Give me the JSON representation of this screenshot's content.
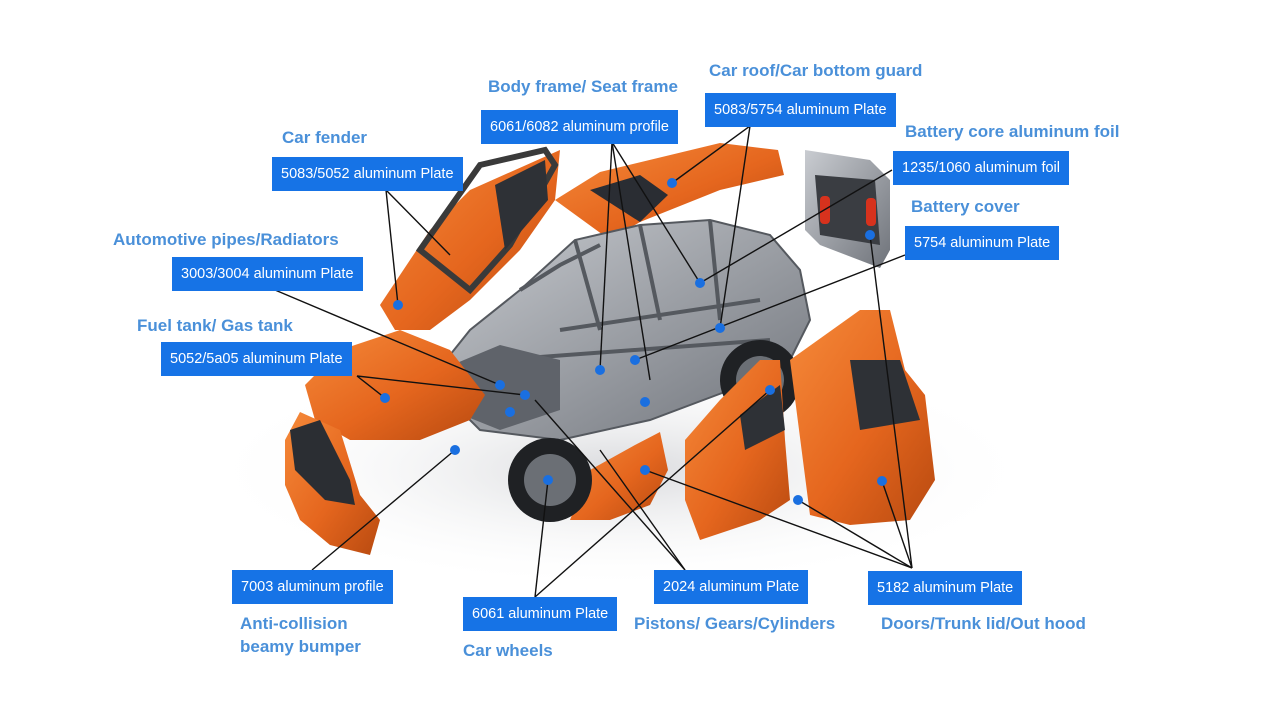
{
  "labels": {
    "body_frame": {
      "title": "Body frame/ Seat frame",
      "material": "6061/6082 aluminum profile"
    },
    "roof": {
      "title": "Car roof/Car bottom guard",
      "material": "5083/5754 aluminum Plate"
    },
    "battery_foil": {
      "title": "Battery core aluminum foil",
      "material": "1235/1060 aluminum foil"
    },
    "battery_cover": {
      "title": "Battery cover",
      "material": "5754 aluminum Plate"
    },
    "fender": {
      "title": "Car fender",
      "material": "5083/5052 aluminum Plate"
    },
    "pipes": {
      "title": "Automotive pipes/Radiators",
      "material": "3003/3004 aluminum Plate"
    },
    "fuel_tank": {
      "title": "Fuel tank/ Gas tank",
      "material": "5052/5a05 aluminum Plate"
    },
    "bumper": {
      "title_line1": "Anti-collision",
      "title_line2": "beamy bumper",
      "material": "7003 aluminum profile"
    },
    "wheels": {
      "title": "Car wheels",
      "material": "6061 aluminum Plate"
    },
    "pistons": {
      "title": "Pistons/ Gears/Cylinders",
      "material": "2024 aluminum Plate"
    },
    "doors": {
      "title": "Doors/Trunk lid/Out hood",
      "material": "5182 aluminum Plate"
    }
  },
  "colors": {
    "label_text": "#4a90d9",
    "badge_bg": "#1673e6",
    "badge_text": "#ffffff",
    "body_paint": "#e5661e",
    "frame_metal": "#9a9da3"
  }
}
